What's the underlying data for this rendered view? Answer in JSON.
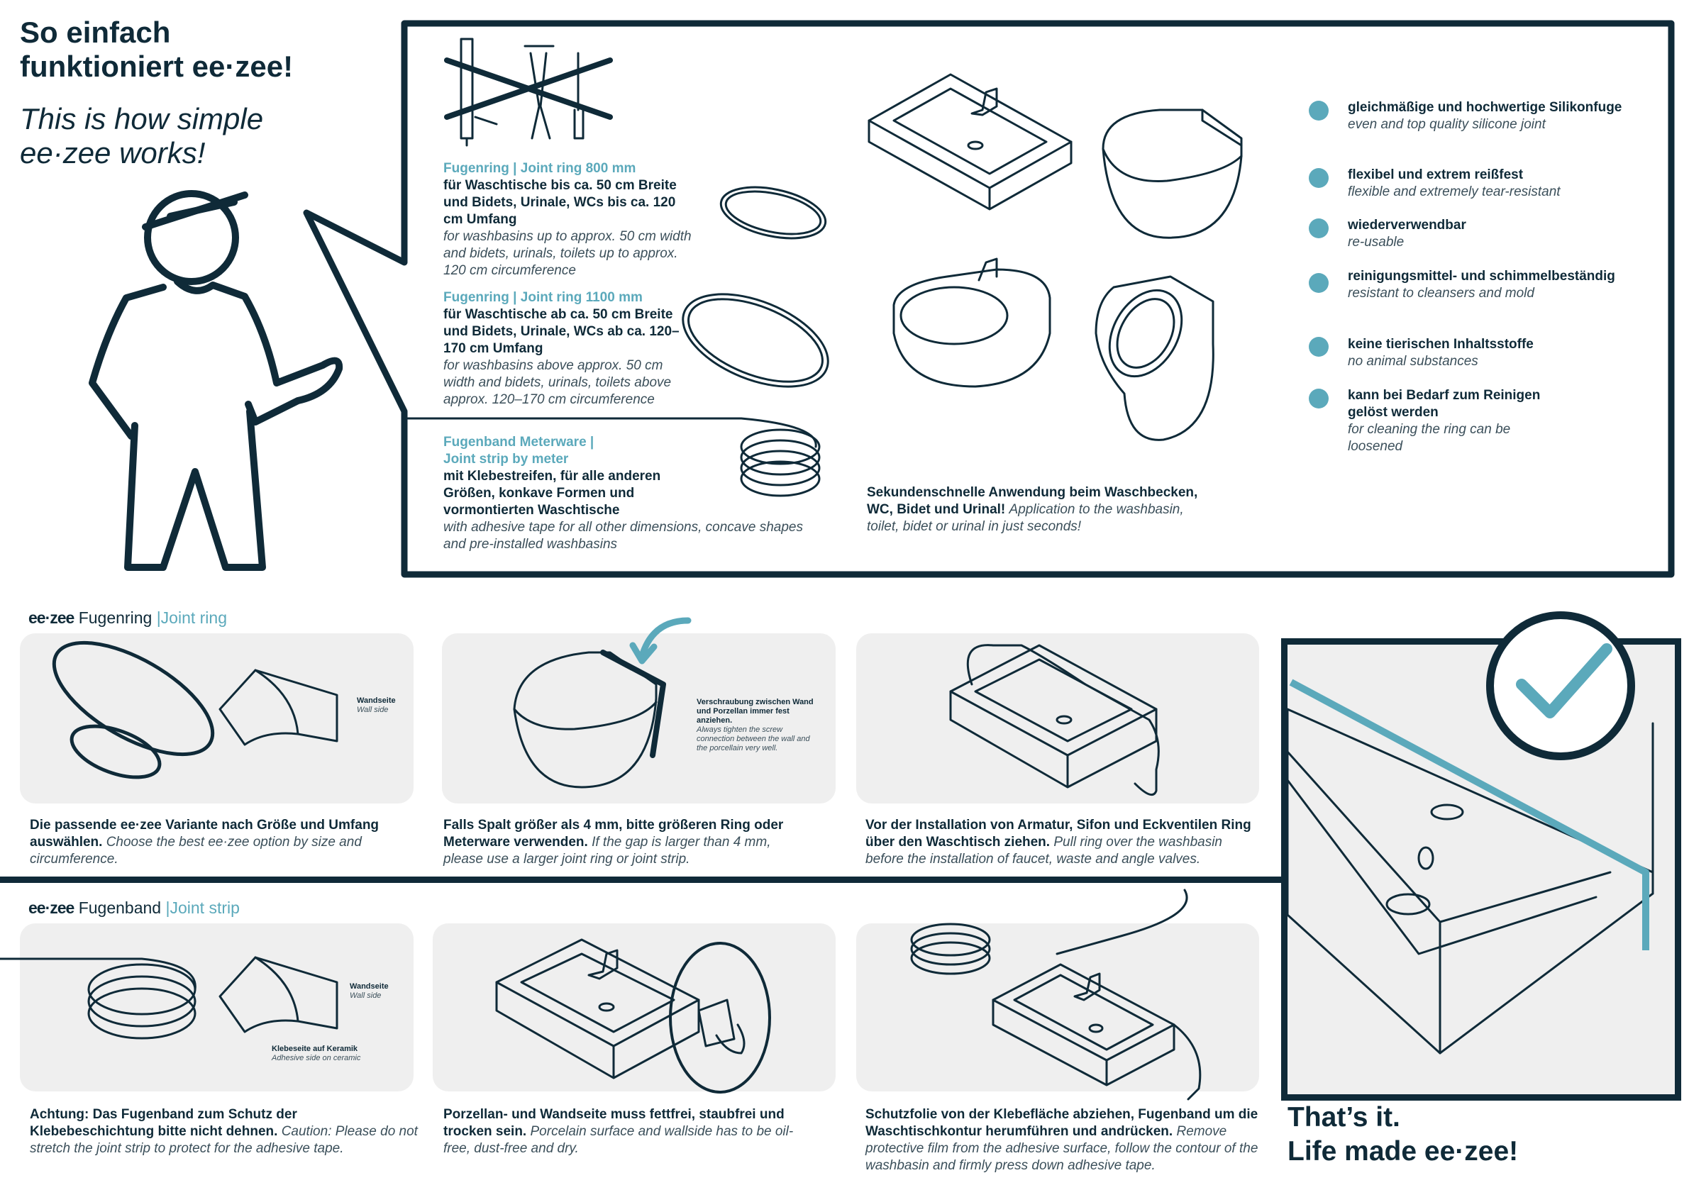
{
  "header": {
    "title_de_1": "So einfach",
    "title_de_2": "funktioniert ee·zee!",
    "title_en_1": "This is how simple",
    "title_en_2": "ee·zee works!"
  },
  "rings": [
    {
      "title_de": "Fugenring",
      "title_en": "Joint ring 800 mm",
      "desc_de": "für Waschtische bis ca. 50 cm Breite und Bidets, Urinale, WCs bis ca. 120 cm Umfang",
      "desc_en": "for washbasins up to approx. 50 cm width and bidets, urinals, toilets up to approx. 120 cm circumference"
    },
    {
      "title_de": "Fugenring",
      "title_en": "Joint ring 1100 mm",
      "desc_de": "für Waschtische ab ca. 50 cm Breite und Bidets, Urinale, WCs ab ca. 120–170 cm Umfang",
      "desc_en": "for washbasins above approx. 50 cm width and bidets, urinals, toilets above approx. 120–170 cm circumference"
    },
    {
      "title_de": "Fugenband Meterware |",
      "title_en": "Joint strip by meter",
      "desc_de": "mit Klebestreifen, für alle anderen Größen, konkave Formen und vormontierten Waschtische",
      "desc_en": "with adhesive tape for all other dimensions, concave shapes and pre-installed washbasins"
    }
  ],
  "application": {
    "de": "Sekundenschnelle Anwendung beim Waschbecken, WC, Bidet und Urinal!",
    "en": "Application to the washbasin, toilet, bidet or urinal in just seconds!"
  },
  "features": [
    {
      "de": "gleichmäßige und hochwertige Silikonfuge",
      "en": "even and top quality silicone joint"
    },
    {
      "de": "flexibel und extrem reißfest",
      "en": "flexible and extremely tear-resistant"
    },
    {
      "de": "wiederverwendbar",
      "en": "re-usable"
    },
    {
      "de": "reinigungsmittel- und schimmelbeständig",
      "en": "resistant to cleansers and mold"
    },
    {
      "de": "keine tierischen Inhaltsstoffe",
      "en": "no animal substances"
    },
    {
      "de": "kann bei Bedarf zum Reinigen gelöst werden",
      "en": "for cleaning the ring can be loosened"
    }
  ],
  "section1": {
    "brand": "ee·zee",
    "title_de": "Fugenring",
    "title_en": "Joint ring",
    "steps": [
      {
        "de": "Die passende ee·zee Variante nach Größe und Umfang auswählen.",
        "en": "Choose the best ee·zee option by size and circumference."
      },
      {
        "de": "Falls Spalt größer als 4 mm, bitte größeren Ring oder Meterware verwenden.",
        "en": "If the gap is larger than 4 mm, please use a larger joint ring or joint strip."
      },
      {
        "de": "Vor der Installation von Armatur, Sifon und Eckventilen Ring über den Waschtisch ziehen.",
        "en": "Pull ring over the washbasin before the installation of faucet, waste and angle valves."
      }
    ],
    "label_wall_de": "Wandseite",
    "label_wall_en": "Wall side",
    "label_screw_de": "Verschraubung zwischen Wand und Porzellan immer fest anziehen.",
    "label_screw_en": "Always tighten the screw connection between the wall and the porcellain very well."
  },
  "section2": {
    "brand": "ee·zee",
    "title_de": "Fugenband",
    "title_en": "Joint strip",
    "steps": [
      {
        "de": "Achtung: Das Fugenband zum Schutz der Klebebeschichtung bitte nicht dehnen.",
        "en": "Caution: Please do not stretch the joint strip to protect for the adhesive tape."
      },
      {
        "de": "Porzellan- und Wandseite muss fettfrei, staubfrei und trocken sein.",
        "en": "Porcelain surface and wallside has to be oil-free, dust-free and dry."
      },
      {
        "de": "Schutzfolie von der Klebefläche abziehen, Fugenband um die Waschtischkontur herumführen und andrücken.",
        "en": "Remove protective film from the adhesive surface, follow the contour of the washbasin and firmly press down adhesive tape."
      }
    ],
    "label_wall_de": "Wandseite",
    "label_wall_en": "Wall side",
    "label_adh_de": "Klebeseite auf Keramik",
    "label_adh_en": "Adhesive side on ceramic"
  },
  "final": {
    "line1": "That’s it.",
    "line2": "Life made ee·zee!"
  },
  "colors": {
    "navy": "#0f2a38",
    "teal": "#5ba9bb",
    "card": "#efefef"
  }
}
